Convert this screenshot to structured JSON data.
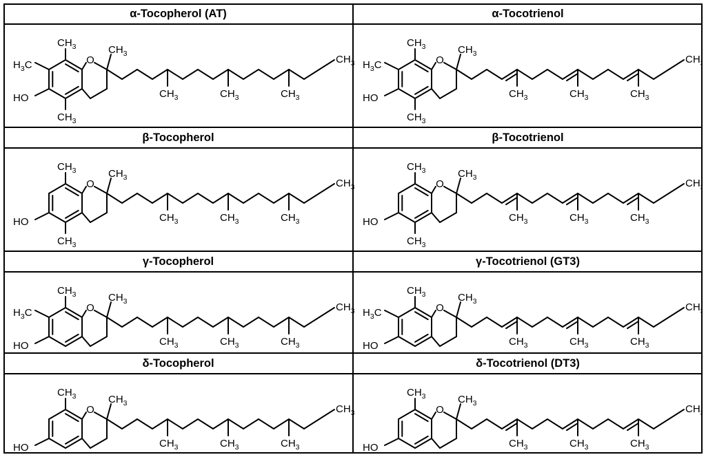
{
  "compounds": [
    {
      "name": "α-Tocopherol (AT)",
      "ring": "alpha",
      "chain": "tocopherol"
    },
    {
      "name": "α-Tocotrienol",
      "ring": "alpha",
      "chain": "tocotrienol"
    },
    {
      "name": "β-Tocopherol",
      "ring": "beta",
      "chain": "tocopherol"
    },
    {
      "name": "β-Tocotrienol",
      "ring": "beta",
      "chain": "tocotrienol"
    },
    {
      "name": "γ-Tocopherol",
      "ring": "gamma",
      "chain": "tocopherol"
    },
    {
      "name": "γ-Tocotrienol (GT3)",
      "ring": "gamma",
      "chain": "tocotrienol"
    },
    {
      "name": "δ-Tocopherol",
      "ring": "delta",
      "chain": "tocopherol"
    },
    {
      "name": "δ-Tocotrienol (DT3)",
      "ring": "delta",
      "chain": "tocotrienol"
    }
  ],
  "atom_labels": {
    "ring_oxygen": "O",
    "hydroxyl": "HO",
    "methyl_h": "H",
    "methyl_c": "C",
    "methyl_3": "3",
    "methyl": "CH",
    "sub3": "3"
  },
  "colors": {
    "line": "#000000",
    "background": "#ffffff"
  }
}
